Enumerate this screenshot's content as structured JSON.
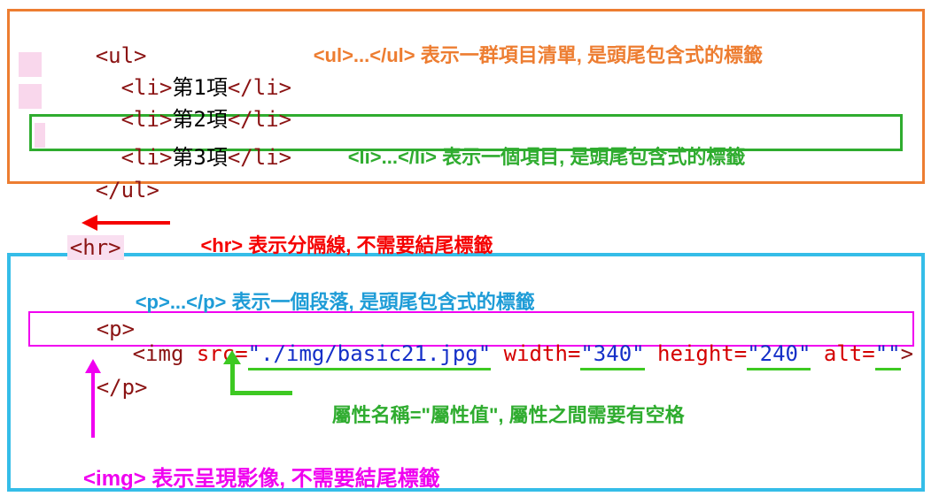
{
  "colors": {
    "orange": "#ED7D31",
    "green": "#2FAC2F",
    "bright_green": "#3DC922",
    "red": "#F50000",
    "cyan": "#35BDE8",
    "blue": "#1E9CD7",
    "magenta": "#F000F0",
    "code_tag": "#8B1414",
    "code_attr": "#D40000",
    "code_value": "#1530C8"
  },
  "ul_block": {
    "line_ul_open": "<ul>",
    "items": [
      {
        "open": "  <li>",
        "text": "第1項",
        "close": "</li>"
      },
      {
        "open": "  <li>",
        "text": "第2項",
        "close": "</li>"
      },
      {
        "open": "  <li>",
        "text": "第3項",
        "close": "</li>"
      }
    ],
    "line_ul_close": "</ul>",
    "ul_annotation": {
      "tag": "<ul>...</ul>",
      "desc": " 表示一群項目清單, 是頭尾包含式的標籤"
    },
    "li_annotation": {
      "tag": "<li>...</li>",
      "desc": " 表示一個項目, 是頭尾包含式的標籤"
    }
  },
  "hr_block": {
    "code": "<hr>",
    "annotation": {
      "tag": "<hr>",
      "desc": " 表示分隔線, 不需要結尾標籤"
    }
  },
  "p_block": {
    "p_annotation": {
      "tag": "<p>...</p>",
      "desc": " 表示一個段落, 是頭尾包含式的標籤"
    },
    "p_open": "<p>",
    "img_line": {
      "tag_open": "  <img ",
      "src_attr": "src=",
      "src_value": "\"./img/basic21.jpg\"",
      "width_attr": " width=",
      "width_value": "\"340\"",
      "height_attr": " height=",
      "height_value": "\"240\"",
      "alt_attr": " alt=",
      "alt_value": "\"\"",
      "tag_close": ">"
    },
    "p_close": "</p>",
    "attr_annotation": "屬性名稱=\"屬性值\", 屬性之間需要有空格",
    "img_annotation": {
      "tag": "<img>",
      "desc": " 表示呈現影像, 不需要結尾標籤"
    }
  }
}
